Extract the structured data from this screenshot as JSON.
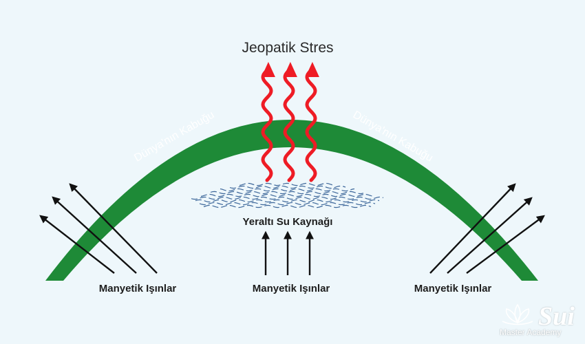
{
  "diagram": {
    "title": "Jeopatik Stres",
    "crust_label_left": "Dünya'nın Kabuğu",
    "crust_label_right": "Dünya'nın Kabuğu",
    "water_label": "Yeraltı Su Kaynağı",
    "rays_left": "Manyetik Işınlar",
    "rays_center": "Manyetik Işınlar",
    "rays_right": "Manyetik Işınlar"
  },
  "colors": {
    "crust": "#1e8a37",
    "stress_arrows": "#ee1c25",
    "rays": "#111111",
    "water": "#1f4f8a"
  },
  "brand": {
    "name": "Sui",
    "subtitle": "Master Academy",
    "icon": "lotus-icon"
  }
}
